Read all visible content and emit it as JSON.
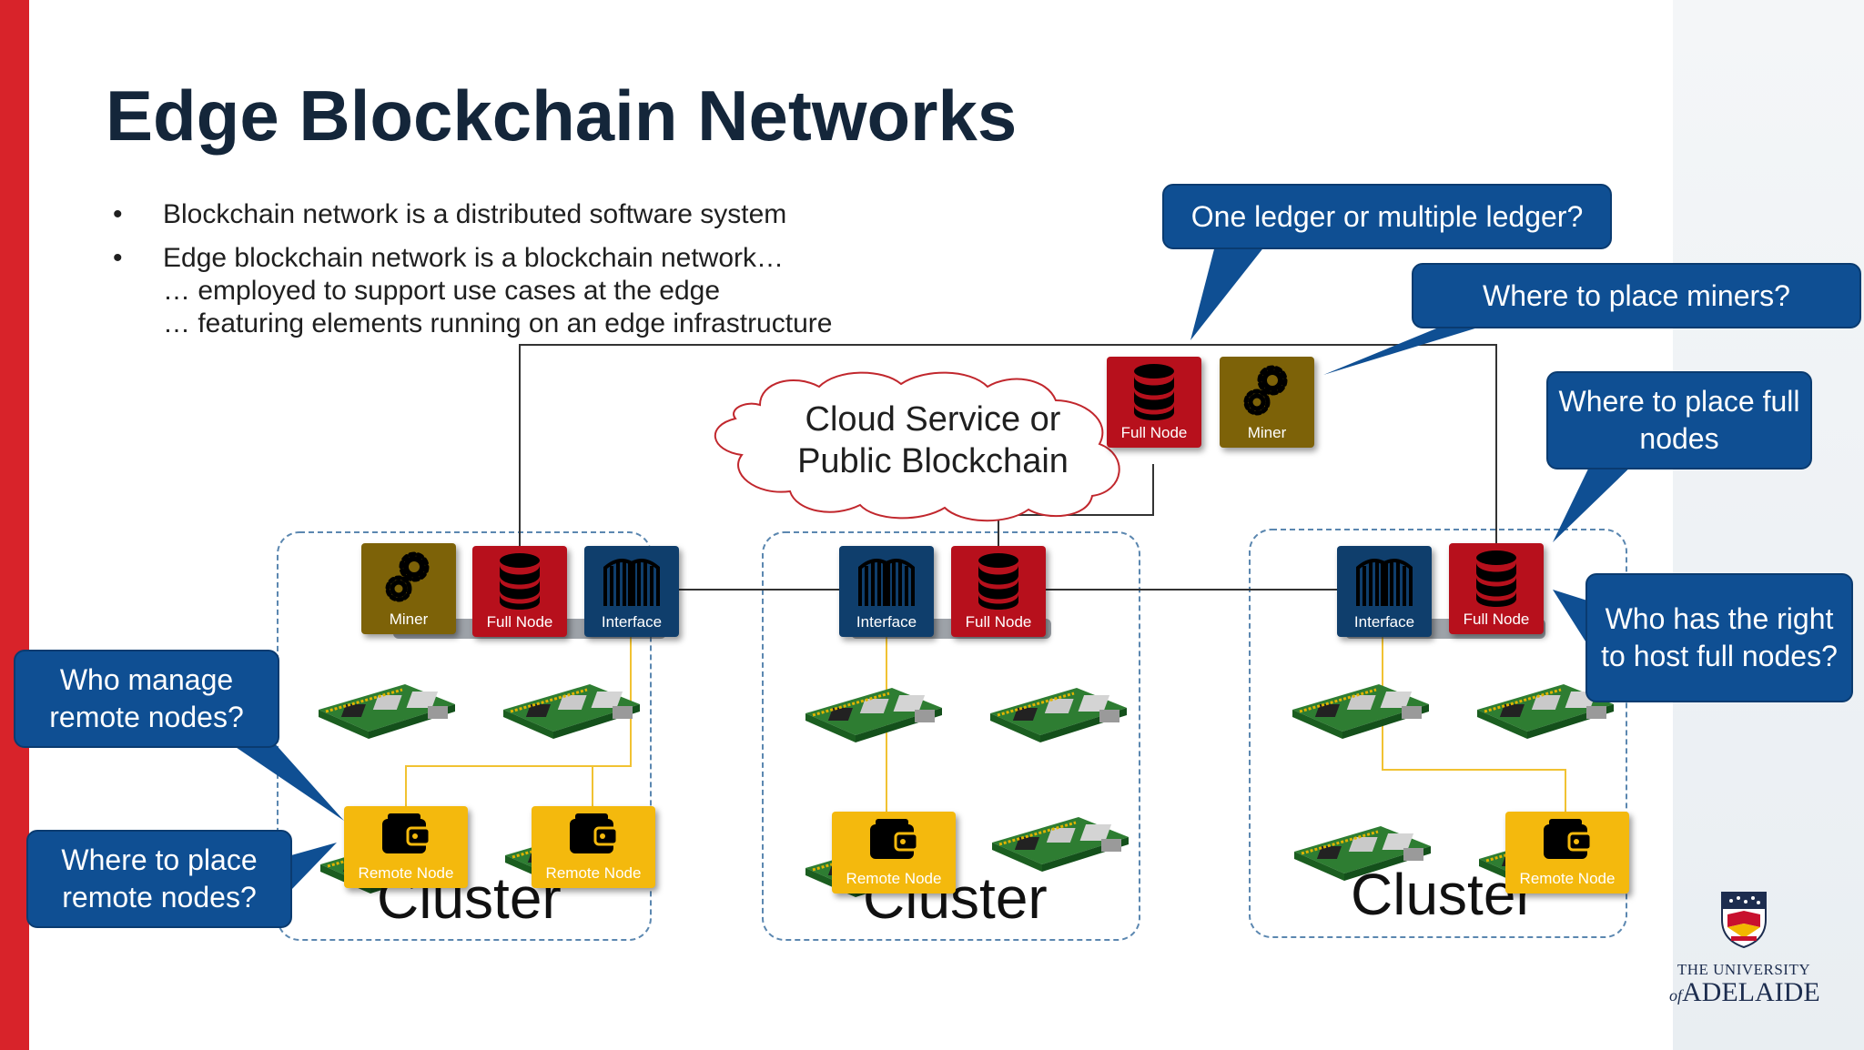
{
  "slide": {
    "title": "Edge Blockchain Networks",
    "bullets": [
      {
        "lines": [
          "Blockchain network is a distributed software system"
        ]
      },
      {
        "lines": [
          "Edge blockchain network is a blockchain network…",
          "… employed to support use cases at the edge",
          "… featuring elements running on an edge infrastructure"
        ]
      }
    ],
    "bullet_marker": "•"
  },
  "cloud": {
    "line1": "Cloud Service or",
    "line2": "Public Blockchain"
  },
  "nodes": {
    "full_node": "Full Node",
    "miner": "Miner",
    "interface": "Interface",
    "remote_node": "Remote Node"
  },
  "clusters": {
    "label": "Cluster"
  },
  "callouts": {
    "ledger": "One ledger or multiple ledger?",
    "miners": "Where to place miners?",
    "full_nodes": "Where to place full nodes",
    "host_full_nodes": "Who has the right to host full nodes?",
    "manage_remote": "Who manage remote nodes?",
    "place_remote": "Where to place remote nodes?"
  },
  "logo": {
    "line1": "THE UNIVERSITY",
    "of": "of",
    "line2": "ADELAIDE"
  },
  "colors": {
    "accent_red": "#d8232a",
    "full_node": "#b7101c",
    "miner": "#7d6208",
    "interface": "#0f3e6c",
    "remote_node": "#f4b90d",
    "callout": "#0f4f93",
    "title": "#14263a"
  },
  "icons": {
    "full_node": "database-icon",
    "miner": "gears-icon",
    "interface": "gate-icon",
    "remote_node": "wallet-icon",
    "edge_device": "raspberry-pi-board-icon"
  }
}
